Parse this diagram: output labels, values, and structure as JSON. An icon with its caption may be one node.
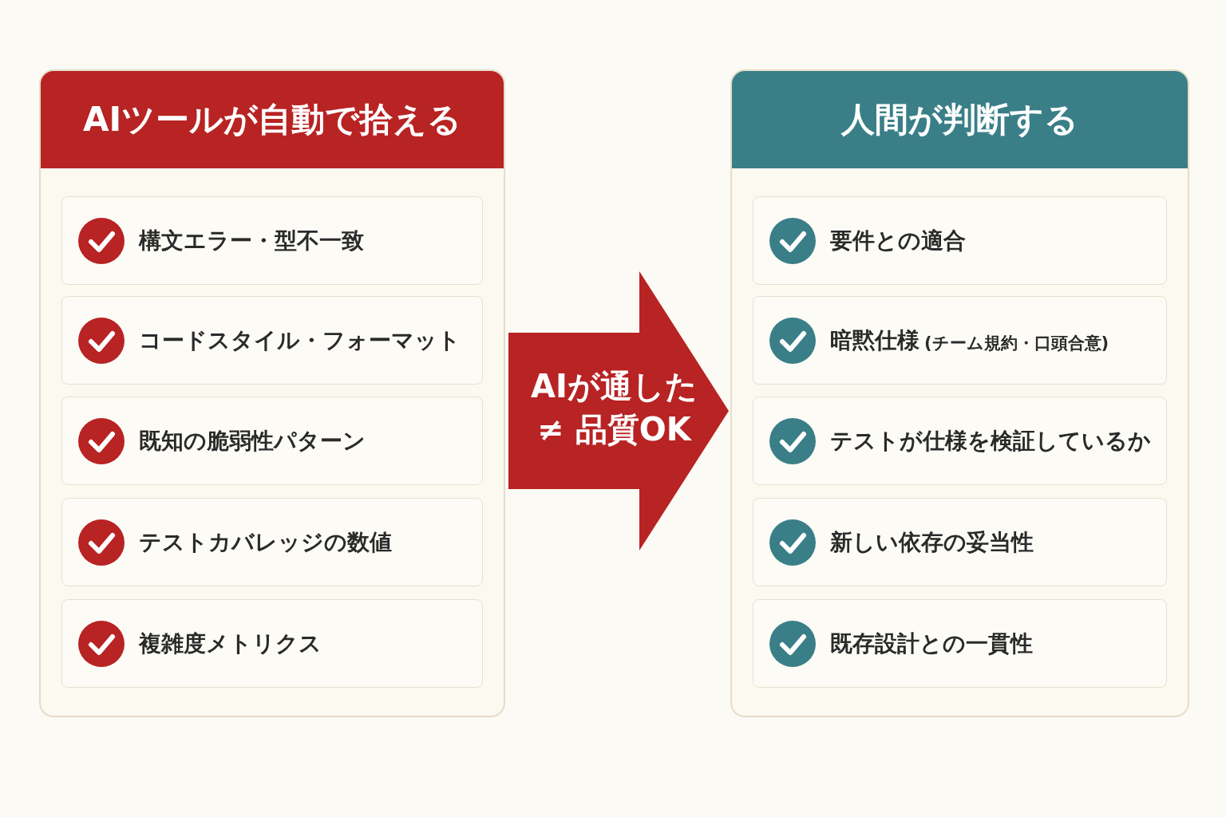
{
  "diagram": {
    "nodes": [
      {
        "text": [
          "AIツールが自動で拾える"
        ]
      },
      {
        "text": [
          "構文エラー・型不一致"
        ],
        "in": 0
      },
      {
        "text": [
          "コードスタイル・フォーマット"
        ],
        "in": 0
      },
      {
        "text": [
          "既知の脆弱性パターン"
        ],
        "in": 0
      },
      {
        "text": [
          "テストカバレッジの数値"
        ],
        "in": 0
      },
      {
        "text": [
          "複雑度メトリクス"
        ],
        "in": 0
      },
      {
        "text": [
          "人間が判断する"
        ]
      },
      {
        "text": [
          "要件との適合"
        ],
        "in": 6
      },
      {
        "text": [
          "暗黙仕様",
          "(チーム規約・口頭合意)"
        ],
        "in": 6
      },
      {
        "text": [
          "テストが仕様を検証しているか"
        ],
        "in": 6
      },
      {
        "text": [
          "新しい依存の妥当性"
        ],
        "in": 6
      },
      {
        "text": [
          "既存設計との一貫性"
        ],
        "in": 6
      }
    ],
    "edges": [
      {
        "from": 0,
        "to": 6,
        "arrow": "to",
        "label": "AIが通した≠ 品質OK",
        "style": "thick",
        "color": "#b82323"
      }
    ]
  }
}
